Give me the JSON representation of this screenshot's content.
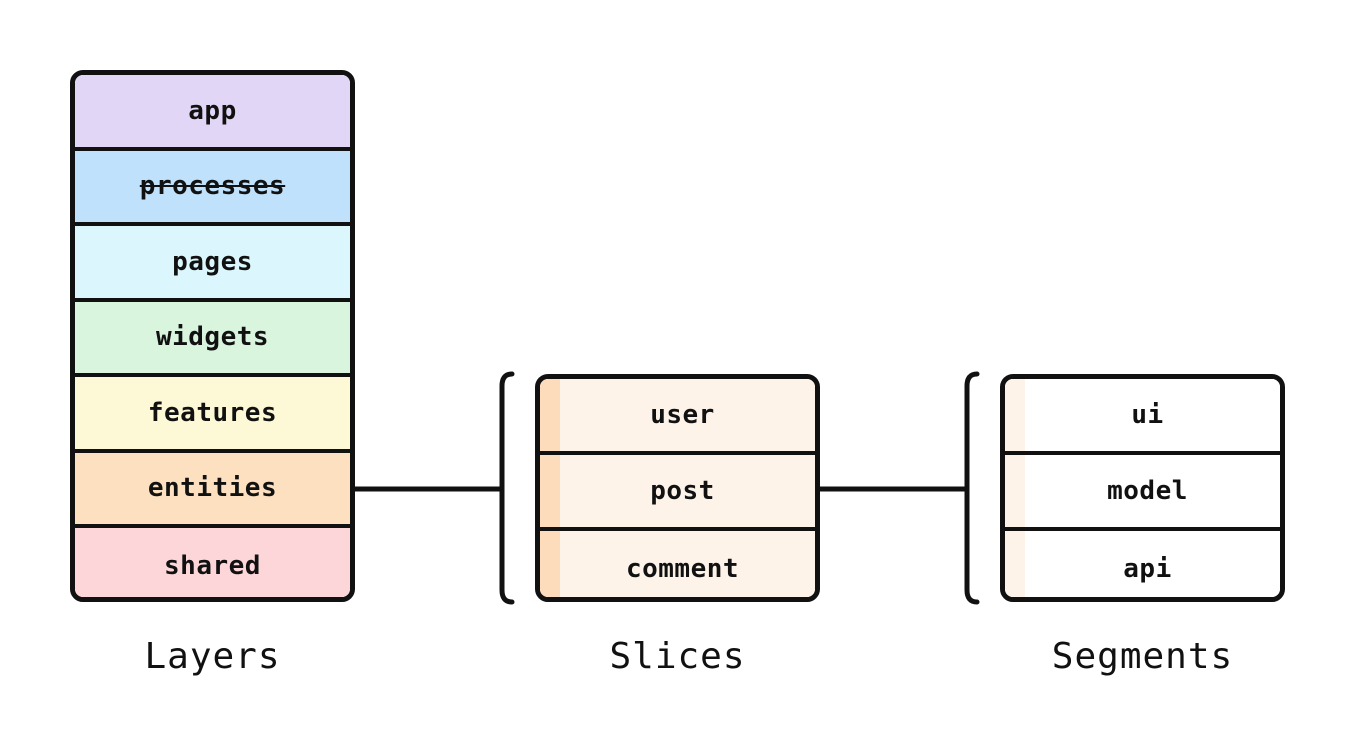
{
  "layers": {
    "title": "Layers",
    "items": [
      {
        "label": "app",
        "color": "#e2d6f6"
      },
      {
        "label": "processes",
        "color": "#bfe1fb",
        "deprecated": true
      },
      {
        "label": "pages",
        "color": "#dbf7fd"
      },
      {
        "label": "widgets",
        "color": "#d9f5de"
      },
      {
        "label": "features",
        "color": "#fdf8d6"
      },
      {
        "label": "entities",
        "color": "#fce0c0"
      },
      {
        "label": "shared",
        "color": "#fdd6da"
      }
    ]
  },
  "slices": {
    "title": "Slices",
    "items": [
      {
        "label": "user"
      },
      {
        "label": "post"
      },
      {
        "label": "comment"
      }
    ]
  },
  "segments": {
    "title": "Segments",
    "items": [
      {
        "label": "ui"
      },
      {
        "label": "model"
      },
      {
        "label": "api"
      }
    ]
  },
  "colors": {
    "stroke": "#111111",
    "slice_fill": "#fdf3e9",
    "slice_accent": "#fcdcbb",
    "segment_fill": "#ffffff",
    "segment_accent": "#fdf3e9"
  }
}
